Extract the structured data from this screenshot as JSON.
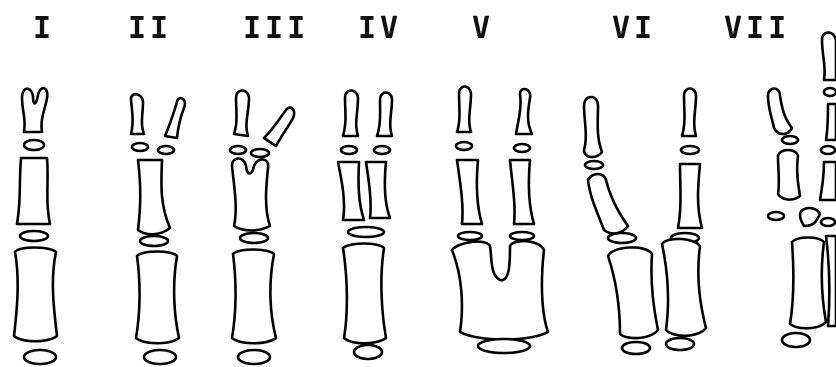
{
  "figure": {
    "background": "#ffffff",
    "line_color": "#000000",
    "label_color": "#111111",
    "panels": [
      {
        "label": "I",
        "description": "duplicated distal phalanx only"
      },
      {
        "label": "II",
        "description": "duplicated distal phalanx"
      },
      {
        "label": "III",
        "description": "duplicated distal phalanx, partially duplicated middle phalanx"
      },
      {
        "label": "IV",
        "description": "duplicated distal and middle phalanges"
      },
      {
        "label": "V",
        "description": "duplicated phalanges, bifid proximal phalanx"
      },
      {
        "label": "VI",
        "description": "complete duplication of phalanges"
      },
      {
        "label": "VII",
        "description": "triphalangeal duplication"
      }
    ]
  }
}
